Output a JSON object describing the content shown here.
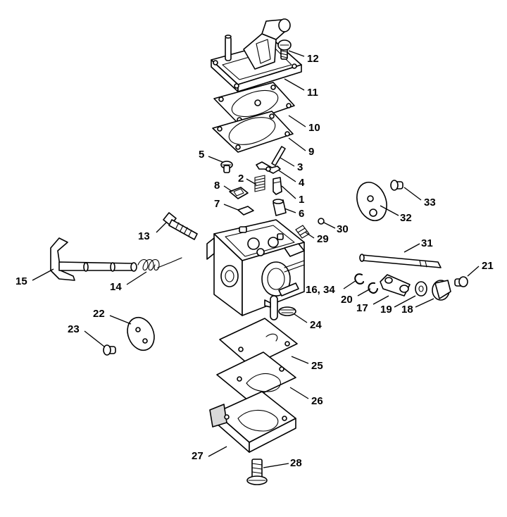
{
  "callouts": [
    {
      "id": "c12",
      "text": "12"
    },
    {
      "id": "c11",
      "text": "11"
    },
    {
      "id": "c10",
      "text": "10"
    },
    {
      "id": "c9",
      "text": "9"
    },
    {
      "id": "c5",
      "text": "5"
    },
    {
      "id": "c3",
      "text": "3"
    },
    {
      "id": "c2",
      "text": "2"
    },
    {
      "id": "c4",
      "text": "4"
    },
    {
      "id": "c8",
      "text": "8"
    },
    {
      "id": "c1",
      "text": "1"
    },
    {
      "id": "c7",
      "text": "7"
    },
    {
      "id": "c6",
      "text": "6"
    },
    {
      "id": "c33",
      "text": "33"
    },
    {
      "id": "c32",
      "text": "32"
    },
    {
      "id": "c30",
      "text": "30"
    },
    {
      "id": "c13",
      "text": "13"
    },
    {
      "id": "c29",
      "text": "29"
    },
    {
      "id": "c31",
      "text": "31"
    },
    {
      "id": "c15",
      "text": "15"
    },
    {
      "id": "c14",
      "text": "14"
    },
    {
      "id": "c21",
      "text": "21"
    },
    {
      "id": "c1634",
      "text": "16, 34"
    },
    {
      "id": "c20",
      "text": "20"
    },
    {
      "id": "c17",
      "text": "17"
    },
    {
      "id": "c19",
      "text": "19"
    },
    {
      "id": "c18",
      "text": "18"
    },
    {
      "id": "c22",
      "text": "22"
    },
    {
      "id": "c23",
      "text": "23"
    },
    {
      "id": "c24",
      "text": "24"
    },
    {
      "id": "c25",
      "text": "25"
    },
    {
      "id": "c26",
      "text": "26"
    },
    {
      "id": "c27",
      "text": "27"
    },
    {
      "id": "c28",
      "text": "28"
    }
  ]
}
